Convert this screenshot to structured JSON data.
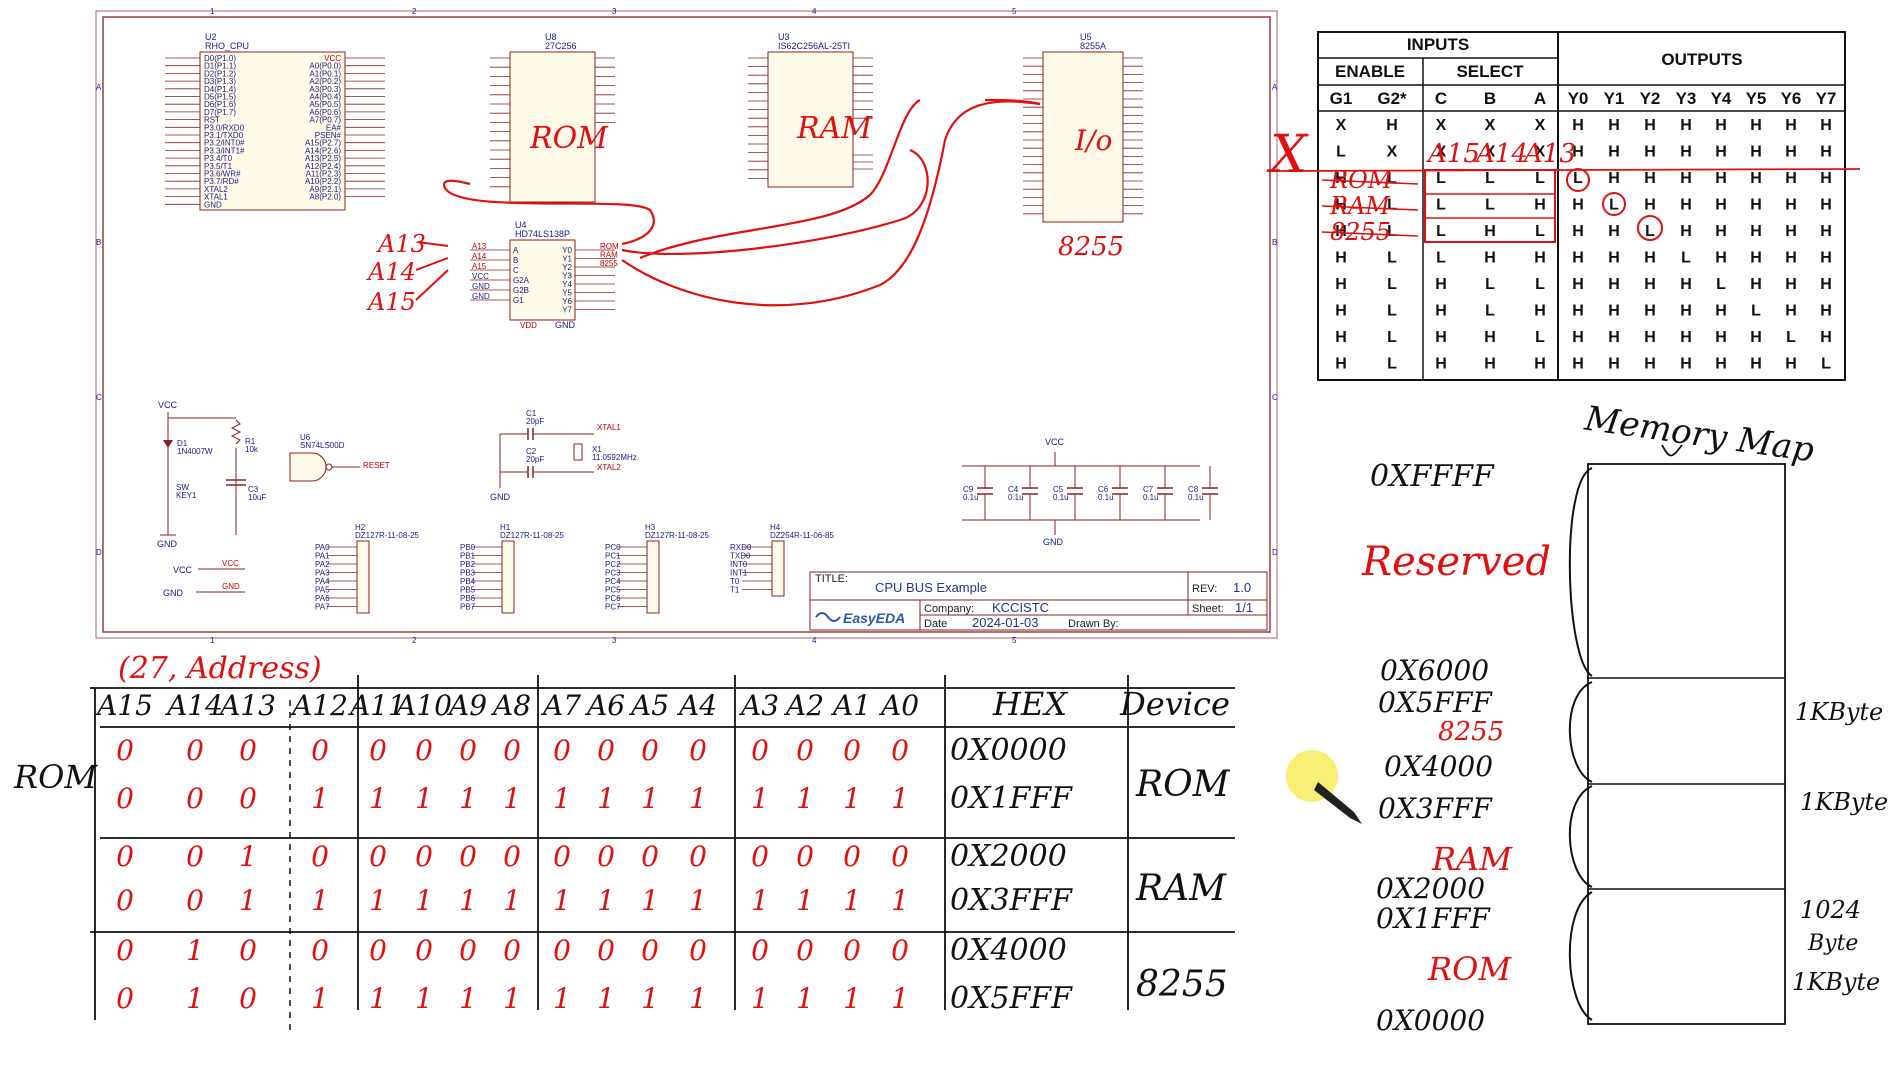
{
  "schematic": {
    "chips": {
      "cpu": {
        "ref": "U2",
        "part": "RHO_CPU"
      },
      "rom": {
        "ref": "U8",
        "part": "27C256"
      },
      "ram": {
        "ref": "U3",
        "part": "IS62C256AL-25TI"
      },
      "ppi": {
        "ref": "U5",
        "part": "8255A"
      },
      "decoder": {
        "ref": "U4",
        "part": "HD74LS138P"
      },
      "nand": {
        "ref": "U6",
        "part": "SN74LS00D"
      }
    },
    "cpu_left_pins": [
      "D0(P1.0)",
      "D1(P1.1)",
      "D2(P1.2)",
      "D3(P1.3)",
      "D4(P1.4)",
      "D5(P1.5)",
      "D6(P1.6)",
      "D7(P1.7)",
      "RST",
      "P3.0/RXD0",
      "P3.1/TXD0",
      "P3.2/INT0#",
      "P3.3/INT1#",
      "P3.4/T0",
      "P3.5/T1",
      "P3.6/WR#",
      "P3.7/RD#",
      "XTAL2",
      "XTAL1",
      "GND"
    ],
    "cpu_right_pins": [
      "VCC",
      "A0(P0.0)",
      "A1(P0.1)",
      "A2(P0.2)",
      "A3(P0.3)",
      "A4(P0.4)",
      "A5(P0.5)",
      "A6(P0.6)",
      "A7(P0.7)",
      "EA#",
      "PSEN#",
      "A15(P2.7)",
      "A14(P2.6)",
      "A13(P2.5)",
      "A12(P2.4)",
      "A11(P2.3)",
      "A10(P2.2)",
      "A9(P2.1)",
      "A8(P2.0)"
    ],
    "decoder_in": [
      "A13",
      "A14",
      "A15",
      "VCC",
      "GND",
      "GND"
    ],
    "decoder_in_pins": [
      "A",
      "B",
      "C",
      "G2A",
      "G2B",
      "G1"
    ],
    "decoder_out": [
      "Y0",
      "Y1",
      "Y2",
      "Y3",
      "Y4",
      "Y5",
      "Y6",
      "Y7"
    ],
    "decoder_out_nets": [
      "ROM",
      "RAM",
      "8255"
    ],
    "power": {
      "vcc": "VCC",
      "gnd": "GND",
      "vdd": "VDD"
    },
    "reset_parts": {
      "d1": "D1",
      "d1_part": "1N4007W",
      "r1": "R1",
      "r1_val": "10k",
      "sw": "SW",
      "sw_part": "KEY1",
      "c3": "C3",
      "c3_val": "10uF",
      "reset": "RESET"
    },
    "crystal": {
      "c1": "C1",
      "c1_val": "20pF",
      "c2": "C2",
      "c2_val": "20pF",
      "x1": "X1",
      "x1_val": "11.0592MHz",
      "xtal1": "XTAL1",
      "xtal2": "XTAL2"
    },
    "decaps": [
      {
        "ref": "C9",
        "val": "0.1u"
      },
      {
        "ref": "C4",
        "val": "0.1u"
      },
      {
        "ref": "C5",
        "val": "0.1u"
      },
      {
        "ref": "C6",
        "val": "0.1u"
      },
      {
        "ref": "C7",
        "val": "0.1u"
      },
      {
        "ref": "C8",
        "val": "0.1u"
      }
    ],
    "headers": [
      {
        "ref": "H2",
        "part": "DZ127R-11-08-25",
        "pins": [
          "PA0",
          "PA1",
          "PA2",
          "PA3",
          "PA4",
          "PA5",
          "PA6",
          "PA7"
        ]
      },
      {
        "ref": "H1",
        "part": "DZ127R-11-08-25",
        "pins": [
          "PB0",
          "PB1",
          "PB2",
          "PB3",
          "PB4",
          "PB5",
          "PB6",
          "PB7"
        ]
      },
      {
        "ref": "H3",
        "part": "DZ127R-11-08-25",
        "pins": [
          "PC0",
          "PC1",
          "PC2",
          "PC3",
          "PC4",
          "PC5",
          "PC6",
          "PC7"
        ]
      },
      {
        "ref": "H4",
        "part": "DZ254R-11-06-85",
        "pins": [
          "RXD0",
          "TXD0",
          "INT0",
          "INT1",
          "T0",
          "T1"
        ]
      }
    ],
    "title_block": {
      "title_label": "TITLE:",
      "title": "CPU BUS Example",
      "rev_label": "REV:",
      "rev": "1.0",
      "company_label": "Company:",
      "company": "KCCISTC",
      "sheet_label": "Sheet:",
      "sheet": "1/1",
      "date_label": "Date",
      "date": "2024-01-03",
      "drawn_label": "Drawn By:",
      "logo": "EasyEDA"
    },
    "grid_cols": [
      "1",
      "2",
      "3",
      "4",
      "5"
    ],
    "grid_rows": [
      "A",
      "B",
      "C",
      "D"
    ]
  },
  "annotations": {
    "rom": "ROM",
    "ram": "RAM",
    "io": "I/o",
    "ppi": "8255",
    "a13": "A13",
    "a14": "A14",
    "a15": "A15"
  },
  "truth_table": {
    "inputs": "INPUTS",
    "enable": "ENABLE",
    "select": "SELECT",
    "outputs": "OUTPUTS",
    "columns": [
      "G1",
      "G2*",
      "C",
      "B",
      "A",
      "Y0",
      "Y1",
      "Y2",
      "Y3",
      "Y4",
      "Y5",
      "Y6",
      "Y7"
    ],
    "rows": [
      [
        "X",
        "H",
        "X",
        "X",
        "X",
        "H",
        "H",
        "H",
        "H",
        "H",
        "H",
        "H",
        "H"
      ],
      [
        "L",
        "X",
        "X",
        "X",
        "X",
        "H",
        "H",
        "H",
        "H",
        "H",
        "H",
        "H",
        "H"
      ],
      [
        "H",
        "L",
        "L",
        "L",
        "L",
        "L",
        "H",
        "H",
        "H",
        "H",
        "H",
        "H",
        "H"
      ],
      [
        "H",
        "L",
        "L",
        "L",
        "H",
        "H",
        "L",
        "H",
        "H",
        "H",
        "H",
        "H",
        "H"
      ],
      [
        "H",
        "L",
        "L",
        "H",
        "L",
        "H",
        "H",
        "L",
        "H",
        "H",
        "H",
        "H",
        "H"
      ],
      [
        "H",
        "L",
        "L",
        "H",
        "H",
        "H",
        "H",
        "H",
        "L",
        "H",
        "H",
        "H",
        "H"
      ],
      [
        "H",
        "L",
        "H",
        "L",
        "L",
        "H",
        "H",
        "H",
        "H",
        "L",
        "H",
        "H",
        "H"
      ],
      [
        "H",
        "L",
        "H",
        "L",
        "H",
        "H",
        "H",
        "H",
        "H",
        "H",
        "L",
        "H",
        "H"
      ],
      [
        "H",
        "L",
        "H",
        "H",
        "L",
        "H",
        "H",
        "H",
        "H",
        "H",
        "H",
        "L",
        "H"
      ],
      [
        "H",
        "L",
        "H",
        "H",
        "H",
        "H",
        "H",
        "H",
        "H",
        "H",
        "H",
        "H",
        "L"
      ]
    ],
    "row_marks": [
      "ROM",
      "RAM",
      "8255"
    ],
    "strike_marks": [
      "A15",
      "A14",
      "A13"
    ],
    "x_mark": "X"
  },
  "address_table": {
    "title": "(27, Address)",
    "side_label": "ROM",
    "headers": [
      "A15",
      "A14",
      "A13",
      "A12",
      "A11",
      "A10",
      "A9",
      "A8",
      "A7",
      "A6",
      "A5",
      "A4",
      "A3",
      "A2",
      "A1",
      "A0",
      "HEX",
      "Device"
    ],
    "groups": [
      {
        "device": "ROM",
        "rows": [
          {
            "bits": [
              "0",
              "0",
              "0",
              "0",
              "0",
              "0",
              "0",
              "0",
              "0",
              "0",
              "0",
              "0",
              "0",
              "0",
              "0",
              "0"
            ],
            "hex": "0X0000"
          },
          {
            "bits": [
              "0",
              "0",
              "0",
              "1",
              "1",
              "1",
              "1",
              "1",
              "1",
              "1",
              "1",
              "1",
              "1",
              "1",
              "1",
              "1"
            ],
            "hex": "0X1FFF"
          }
        ]
      },
      {
        "device": "RAM",
        "rows": [
          {
            "bits": [
              "0",
              "0",
              "1",
              "0",
              "0",
              "0",
              "0",
              "0",
              "0",
              "0",
              "0",
              "0",
              "0",
              "0",
              "0",
              "0"
            ],
            "hex": "0X2000"
          },
          {
            "bits": [
              "0",
              "0",
              "1",
              "1",
              "1",
              "1",
              "1",
              "1",
              "1",
              "1",
              "1",
              "1",
              "1",
              "1",
              "1",
              "1"
            ],
            "hex": "0X3FFF"
          }
        ]
      },
      {
        "device": "8255",
        "rows": [
          {
            "bits": [
              "0",
              "1",
              "0",
              "0",
              "0",
              "0",
              "0",
              "0",
              "0",
              "0",
              "0",
              "0",
              "0",
              "0",
              "0",
              "0"
            ],
            "hex": "0X4000"
          },
          {
            "bits": [
              "0",
              "1",
              "0",
              "1",
              "1",
              "1",
              "1",
              "1",
              "1",
              "1",
              "1",
              "1",
              "1",
              "1",
              "1",
              "1"
            ],
            "hex": "0X5FFF"
          }
        ]
      }
    ]
  },
  "memory_map": {
    "title": "Memory Map",
    "top": "0XFFFF",
    "reserved": "Reserved",
    "a6000": "0X6000",
    "a5fff": "0X5FFF",
    "ppi": "8255",
    "a4000": "0X4000",
    "a3fff": "0X3FFF",
    "ram": "RAM",
    "a2000": "0X2000",
    "a1fff": "0X1FFF",
    "rom": "ROM",
    "a0000": "0X0000",
    "size1": "1KByte",
    "size2": "1KByte",
    "size3a": "1024",
    "size3b": "Byte",
    "size3c": "1KByte"
  }
}
